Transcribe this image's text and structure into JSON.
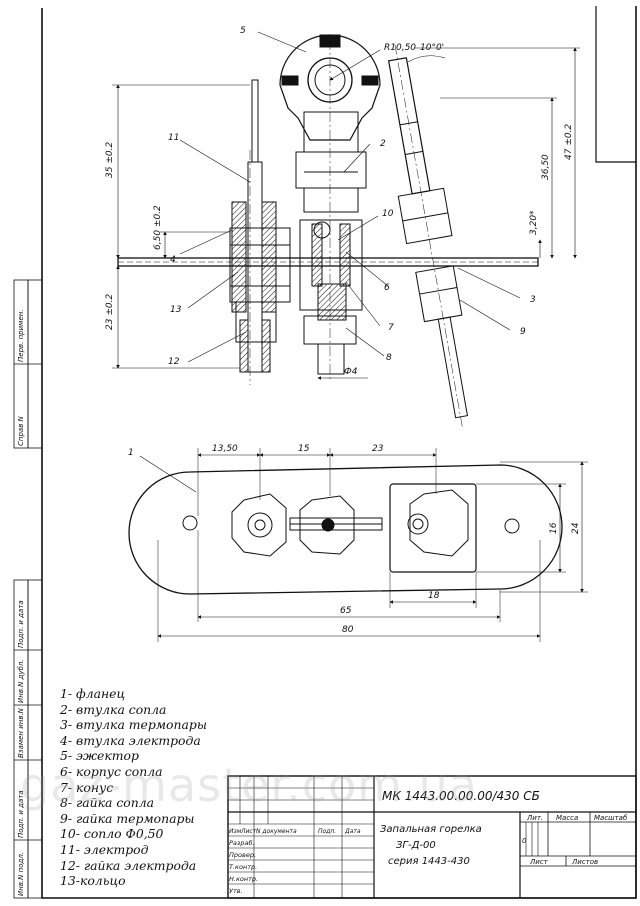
{
  "drawing": {
    "code": "МК 1443.00.00.00/430 СБ",
    "name_line1": "Запальная горелка",
    "name_line2": "ЗГ-Д-00",
    "name_line3": "серия 1443-430",
    "stage_value": "0",
    "title_headers": {
      "lit": "Лит.",
      "mass": "Масса",
      "scale": "Масштаб",
      "sheet": "Лист",
      "sheets": "Листов"
    },
    "revision_headers": [
      "Изм",
      "Лист",
      "N документа",
      "Подп.",
      "Дата"
    ],
    "sign_rows": [
      "Разраб.",
      "Провер.",
      "Т.контр.",
      "Н.контр.",
      "Утв."
    ],
    "side_labels": [
      "Перв. примен.",
      "Справ N",
      "Подп. и дата",
      "Инв.N дубл.",
      "Взамен инв.N",
      "Подп. и дата",
      "Инв.N подл."
    ]
  },
  "parts_list": [
    "1- фланец",
    "2- втулка сопла",
    "3- втулка термопары",
    "4- втулка электрода",
    "5- эжектор",
    "6- корпус сопла",
    "7- конус",
    "8- гайка сопла",
    "9- гайка термопары",
    "10- сопло Ф0,50",
    "11- электрод",
    "12- гайка электрода",
    "13-кольцо"
  ],
  "callouts": [
    "5",
    "11",
    "2",
    "10",
    "4",
    "13",
    "6",
    "7",
    "3",
    "9",
    "12",
    "8",
    "1"
  ],
  "dimensions": {
    "radius": "R10,50",
    "angle": "10°0'",
    "h35": "35 ±0.2",
    "h650": "6,50 ±0.2",
    "h23": "23 ±0.2",
    "h3650": "36,50",
    "h47": "47 ±0.2",
    "h320": "3,20*",
    "dia4": "Ф4",
    "w1350": "13,50",
    "w15": "15",
    "w23": "23",
    "w18": "18",
    "w65": "65",
    "w80": "80",
    "h16": "16",
    "h24": "24"
  },
  "watermark": "gaz-master.com.ua"
}
